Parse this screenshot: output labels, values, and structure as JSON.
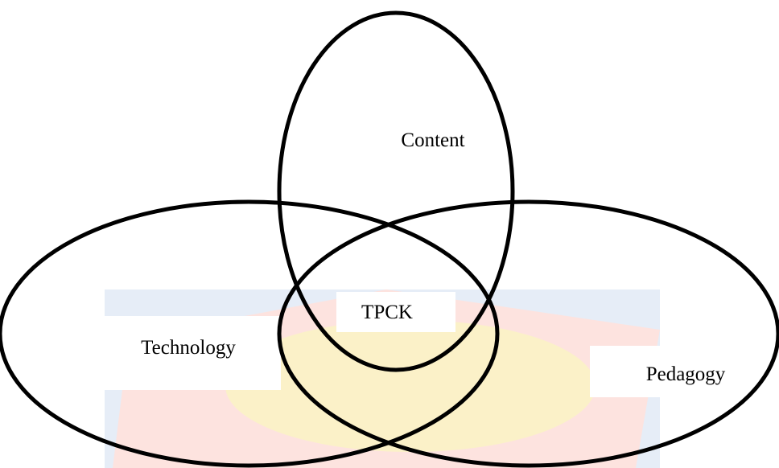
{
  "diagram": {
    "type": "venn",
    "sets": [
      {
        "id": "content",
        "label": "Content"
      },
      {
        "id": "technology",
        "label": "Technology"
      },
      {
        "id": "pedagogy",
        "label": "Pedagogy"
      }
    ],
    "intersection": {
      "label": "TPCK"
    }
  },
  "colors": {
    "background": "#ffffff",
    "stroke": "#000000",
    "watermark_red": "#fde3df",
    "watermark_yellow": "#fbf1c8",
    "watermark_blue": "#e6edf7"
  },
  "watermark": {
    "description": "faint institutional crest"
  }
}
